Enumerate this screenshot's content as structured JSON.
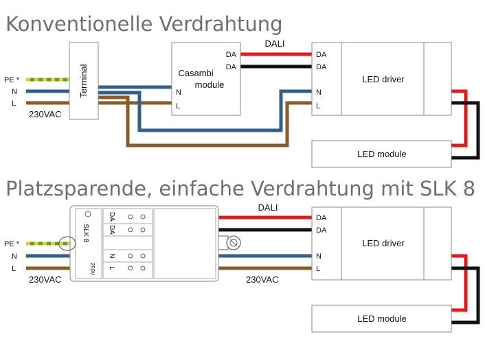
{
  "top": {
    "title": "Konventionelle Verdrahtung",
    "input": {
      "pe": "PE *",
      "n": "N",
      "l": "L",
      "voltage": "230VAC"
    },
    "terminal": "Terminal",
    "casambi": {
      "line1": "Casambi",
      "line2": "module",
      "da1": "DA",
      "da2": "DA",
      "n": "N",
      "l": "L"
    },
    "bus": "DALI",
    "driver": {
      "name": "LED driver",
      "da1": "DA",
      "da2": "DA",
      "n": "N",
      "l": "L"
    },
    "module": "LED module"
  },
  "bottom": {
    "title": "Platzsparende, einfache Verdrahtung mit SLK 8",
    "input": {
      "pe": "PE *",
      "n": "N",
      "l": "L",
      "voltage_left": "230VAC",
      "voltage_right": "230VAC"
    },
    "slk": {
      "name": "SLK 8",
      "rating": "250V",
      "terminals": [
        "DA",
        "DA",
        "N",
        "L"
      ]
    },
    "bus": "DALI",
    "driver": {
      "name": "LED driver",
      "da1": "DA",
      "da2": "DA",
      "n": "N",
      "l": "L"
    },
    "module": "LED module"
  },
  "colors": {
    "blue": "#2f5f8a",
    "brown": "#8b5a2b",
    "red": "#e8191e",
    "black": "#111111",
    "green": "#5aa02c",
    "yellow": "#e6cf2a",
    "title_gray": "#6e6e6e",
    "box_stroke": "#888888"
  }
}
